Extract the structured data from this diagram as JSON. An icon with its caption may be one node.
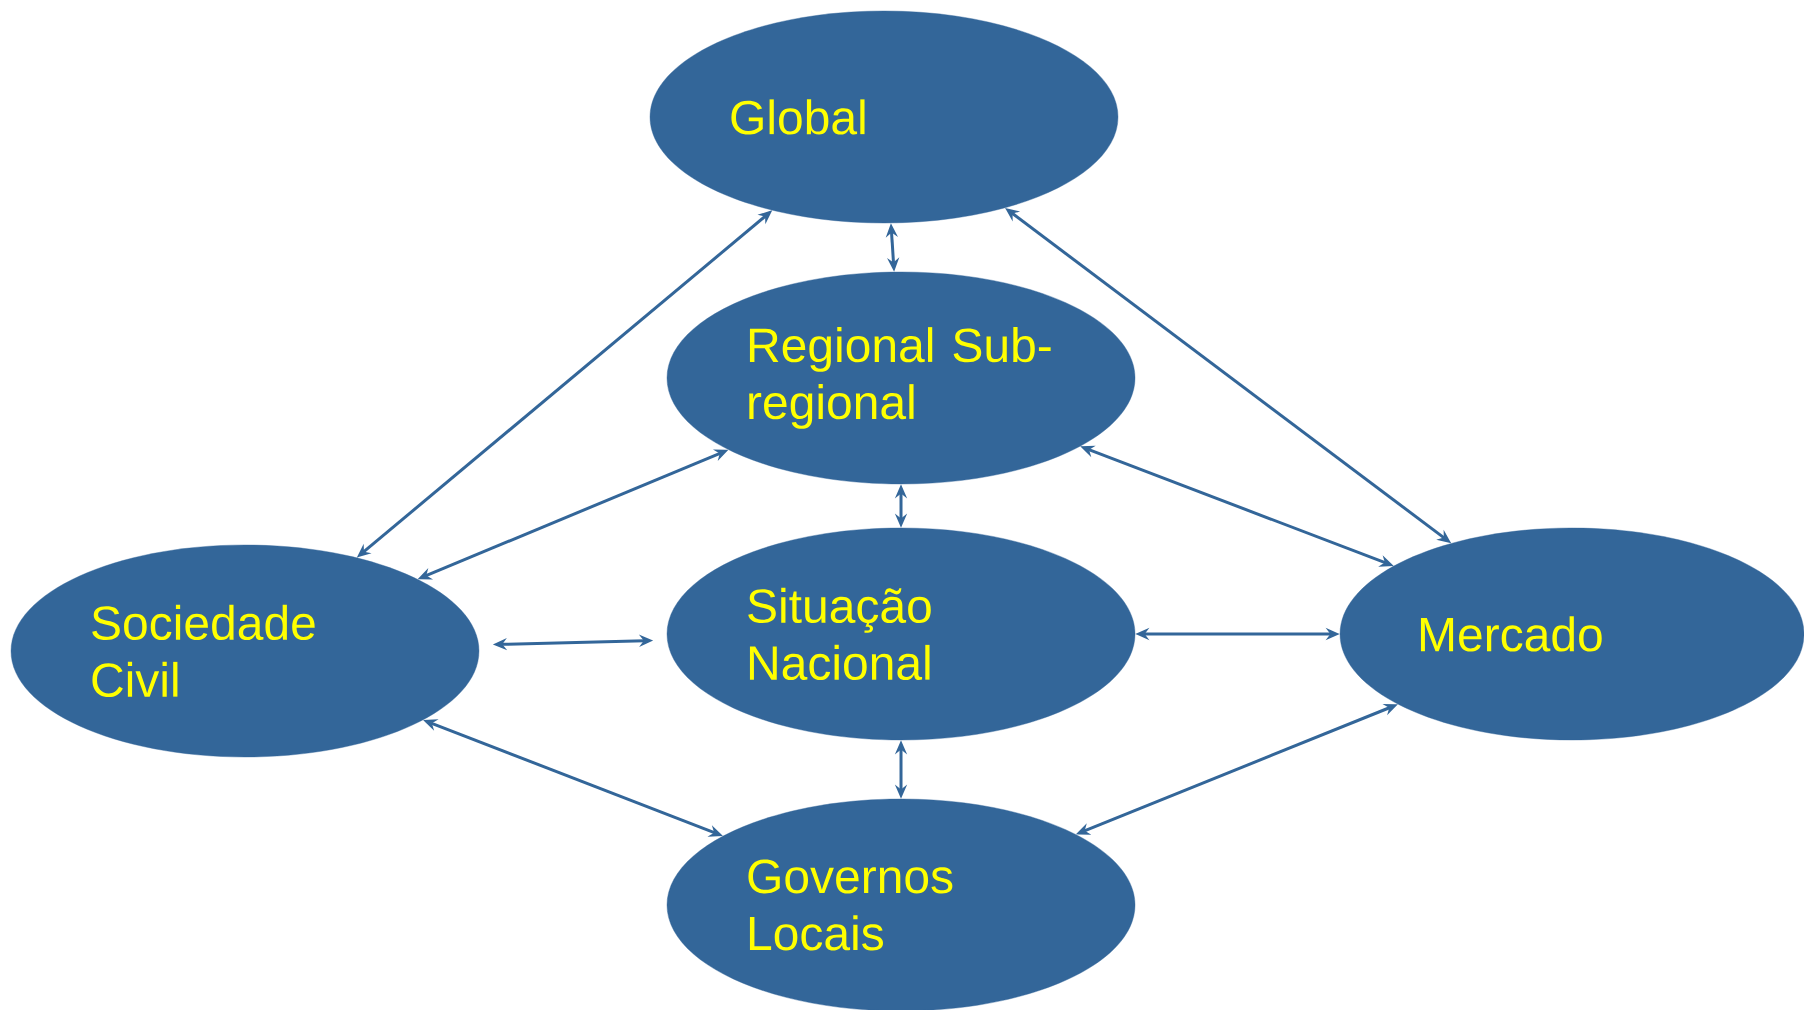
{
  "diagram": {
    "nodes": [
      {
        "text": [
          "Global"
        ]
      },
      {
        "text": [
          "Regional Sub-regional"
        ]
      },
      {
        "text": [
          "Situação Nacional"
        ]
      },
      {
        "text": [
          "Governos Locais"
        ]
      },
      {
        "text": [
          "Sociedade Civil"
        ]
      },
      {
        "text": [
          "Mercado"
        ]
      }
    ],
    "edges": [
      {
        "from": 0,
        "to": 1,
        "arrow": "both"
      },
      {
        "from": 1,
        "to": 2,
        "arrow": "both"
      },
      {
        "from": 2,
        "to": 3,
        "arrow": "both"
      },
      {
        "from": 4,
        "to": 0,
        "arrow": "both"
      },
      {
        "from": 4,
        "to": 1,
        "arrow": "both"
      },
      {
        "from": 4,
        "to": 2,
        "arrow": "both"
      },
      {
        "from": 4,
        "to": 3,
        "arrow": "both"
      },
      {
        "from": 5,
        "to": 0,
        "arrow": "both"
      },
      {
        "from": 5,
        "to": 1,
        "arrow": "both"
      },
      {
        "from": 2,
        "to": 5,
        "arrow": "both"
      },
      {
        "from": 5,
        "to": 3,
        "arrow": "both"
      }
    ]
  }
}
